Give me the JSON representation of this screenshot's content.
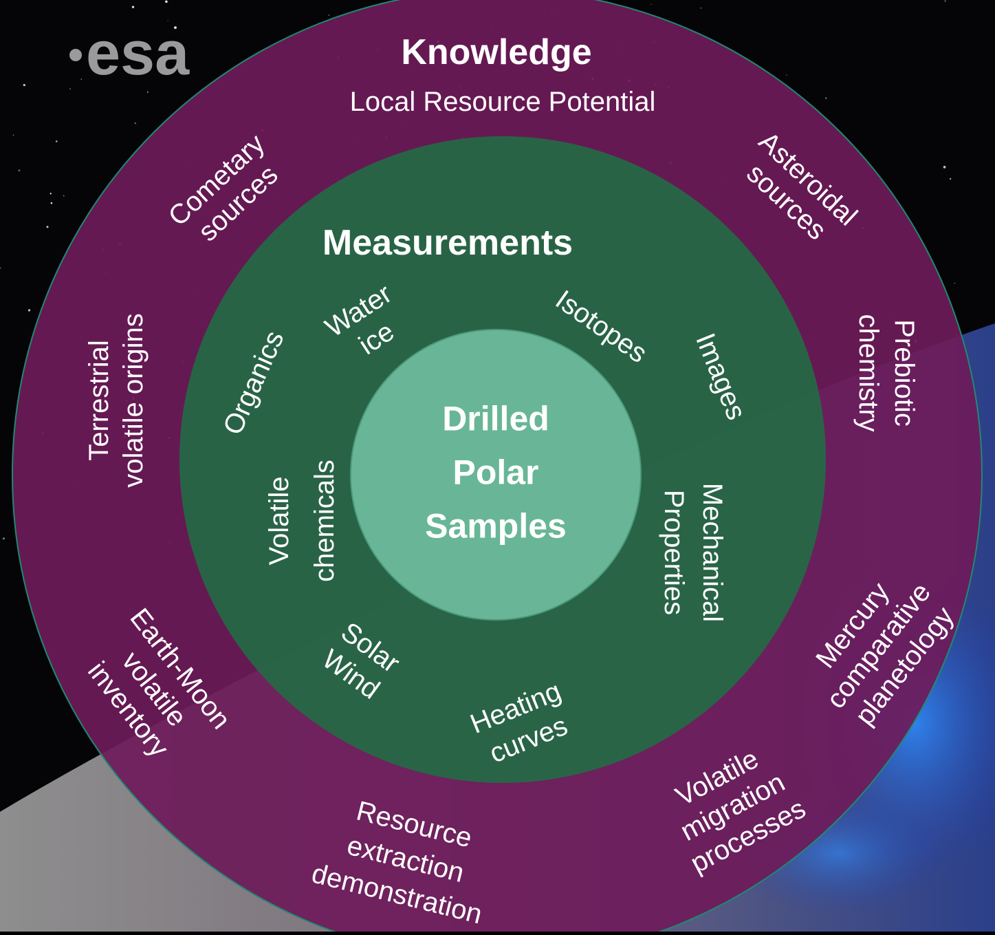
{
  "logo": {
    "text": "esa",
    "color": "#9a9a9a"
  },
  "colors": {
    "outer_ring": "#6e1b5a",
    "middle_ring": "#226b45",
    "core": "#6fbfa0",
    "text": "#ffffff",
    "space": "#050508"
  },
  "outer": {
    "title": "Knowledge",
    "subtitle": "Local Resource Potential",
    "labels": [
      {
        "lines": [
          "Cometary",
          "sources"
        ]
      },
      {
        "lines": [
          "Asteroidal",
          "sources"
        ]
      },
      {
        "lines": [
          "Terrestrial",
          "volatile origins"
        ]
      },
      {
        "lines": [
          "Prebiotic",
          "chemistry"
        ]
      },
      {
        "lines": [
          "Earth-Moon",
          "volatile",
          "inventory"
        ]
      },
      {
        "lines": [
          "Mercury",
          "comparative",
          "planetology"
        ]
      },
      {
        "lines": [
          "Resource",
          "extraction",
          "demonstration"
        ]
      },
      {
        "lines": [
          "Volatile",
          "migration",
          "processes"
        ]
      }
    ]
  },
  "middle": {
    "title": "Measurements",
    "labels": [
      {
        "lines": [
          "Water",
          "ice"
        ]
      },
      {
        "lines": [
          "Isotopes"
        ]
      },
      {
        "lines": [
          "Organics"
        ]
      },
      {
        "lines": [
          "Images"
        ]
      },
      {
        "lines": [
          "Volatile",
          "chemicals"
        ]
      },
      {
        "lines": [
          "Mechanical",
          "Properties"
        ]
      },
      {
        "lines": [
          "Solar",
          "Wind"
        ]
      },
      {
        "lines": [
          "Heating",
          "curves"
        ]
      }
    ]
  },
  "core": {
    "lines": [
      "Drilled",
      "Polar",
      "Samples"
    ]
  }
}
